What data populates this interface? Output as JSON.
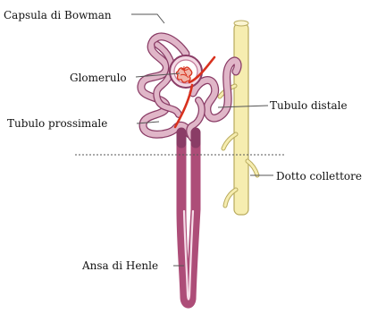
{
  "diagram": {
    "labels": {
      "bowman_capsule": "Capsula di Bowman",
      "glomerulus": "Glomerulo",
      "proximal_tubule": "Tubulo prossimale",
      "distal_tubule": "Tubulo distale",
      "collecting_duct": "Dotto collettore",
      "loop_of_henle": "Ansa di Henle"
    },
    "colors": {
      "tubule_fill": "#e0b6c8",
      "tubule_stroke": "#8a3c66",
      "loop_fill": "#ad4d78",
      "vessel_red": "#d8311e",
      "duct_fill": "#f6edb0",
      "duct_stroke": "#b8aa5c",
      "leader": "#555555",
      "divider": "#555555"
    }
  }
}
